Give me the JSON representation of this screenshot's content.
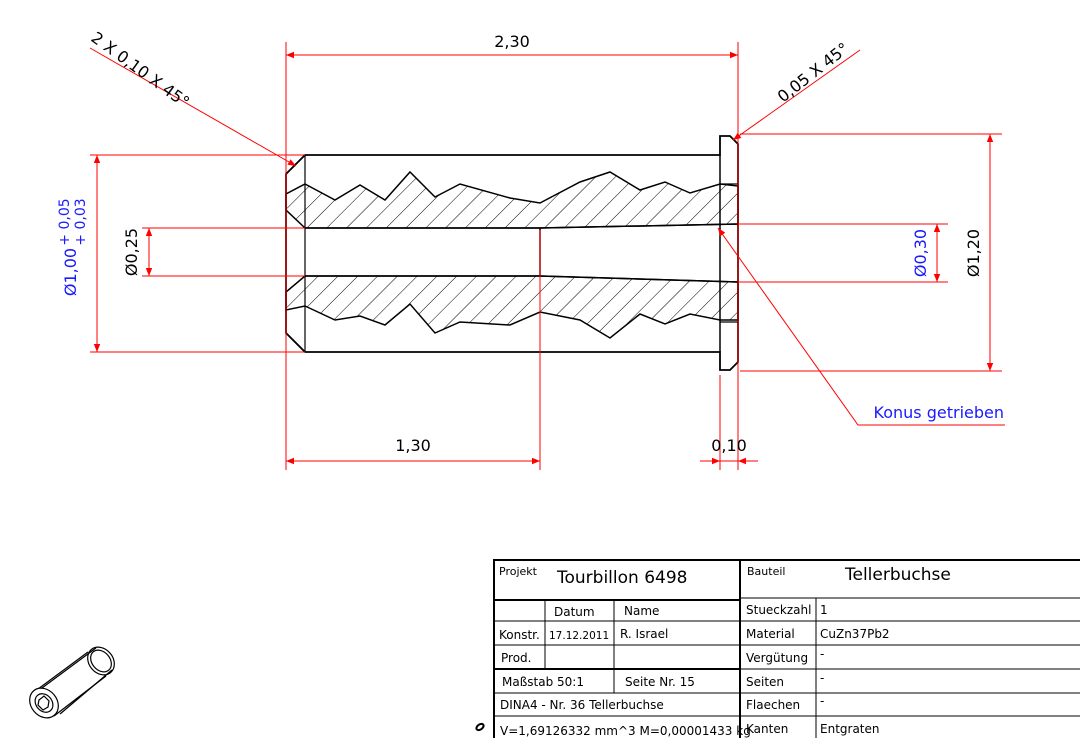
{
  "drawing": {
    "dimensions": {
      "length_total": "2,30",
      "chamfer_left": "2 X 0,10 X 45°",
      "chamfer_right": "0,05 X 45°",
      "outer_dia": "Ø1,00",
      "outer_tol_upper": "+ 0,05",
      "outer_tol_lower": "+ 0,03",
      "bore_small": "Ø0,25",
      "bore_large": "Ø0,30",
      "flange_dia": "Ø1,20",
      "length_partial": "1,30",
      "flange_width": "0,10",
      "cone_note": "Konus getrieben"
    },
    "colors": {
      "dim_line": "#ff0000",
      "special_text": "#1a1aff",
      "outline": "#000000"
    }
  },
  "title_block": {
    "projekt_label": "Projekt",
    "projekt_value": "Tourbillon 6498",
    "bauteil_label": "Bauteil",
    "bauteil_value": "Tellerbuchse",
    "datum_header": "Datum",
    "name_header": "Name",
    "konstr_label": "Konstr.",
    "konstr_date": "17.12.2011",
    "konstr_name": "R. Israel",
    "prod_label": "Prod.",
    "massstab": "Maßstab  50:1",
    "seite": "Seite Nr. 15",
    "dina": "DINA4 - Nr. 36 Tellerbuchse",
    "volume": "V=1,69126332 mm^3 M=0,00001433 kg",
    "rows": [
      {
        "label": "Stueckzahl",
        "value": "1"
      },
      {
        "label": "Material",
        "value": "CuZn37Pb2"
      },
      {
        "label": "Vergütung",
        "value": "-"
      },
      {
        "label": "Seiten",
        "value": "-"
      },
      {
        "label": "Flaechen",
        "value": "-"
      },
      {
        "label": "Kanten",
        "value": "Entgraten"
      }
    ]
  }
}
